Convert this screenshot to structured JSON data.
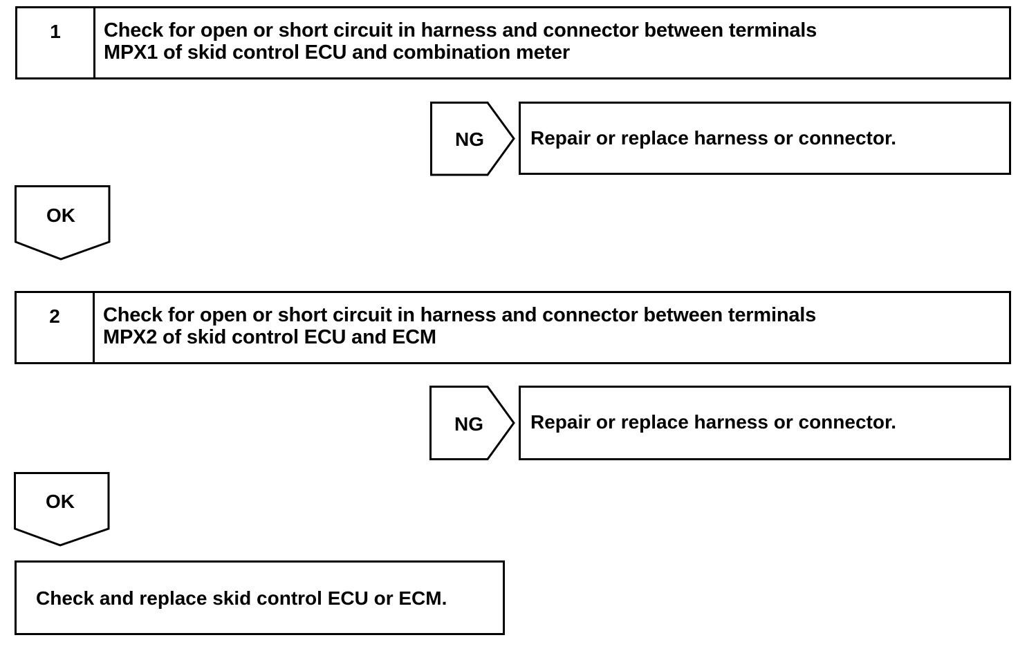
{
  "steps": [
    {
      "number": "1",
      "text_line1": "Check for open or short circuit in harness and connector between terminals",
      "text_line2": "MPX1 of skid control ECU and combination meter",
      "ng_label": "NG",
      "ng_result": "Repair or replace harness or connector.",
      "ok_label": "OK"
    },
    {
      "number": "2",
      "text_line1": "Check for open or short circuit in harness and connector between terminals",
      "text_line2": "MPX2 of skid control ECU and ECM",
      "ng_label": "NG",
      "ng_result": "Repair or replace harness or connector.",
      "ok_label": "OK"
    }
  ],
  "final": {
    "text": "Check and replace skid control ECU or ECM."
  }
}
